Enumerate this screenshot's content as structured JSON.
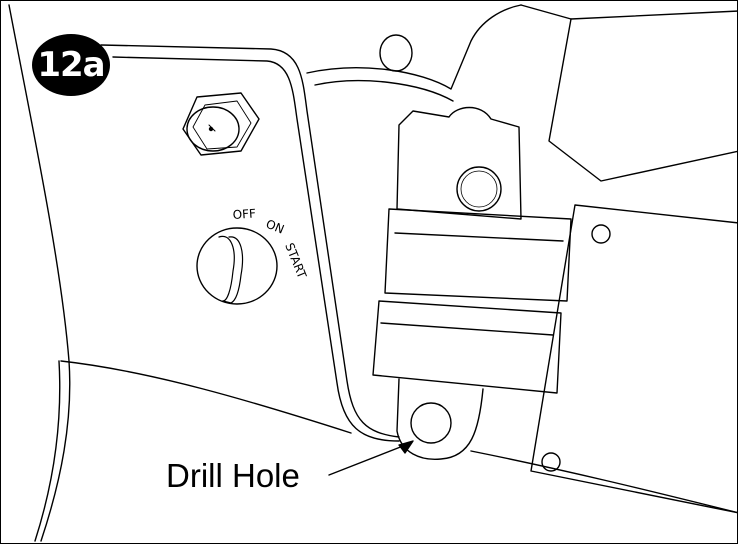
{
  "figure": {
    "step_badge": "12a",
    "callout_label": "Drill Hole",
    "switch_positions": {
      "off": "OFF",
      "on": "ON",
      "start": "START"
    },
    "colors": {
      "ink": "#000000",
      "paper": "#ffffff"
    }
  }
}
